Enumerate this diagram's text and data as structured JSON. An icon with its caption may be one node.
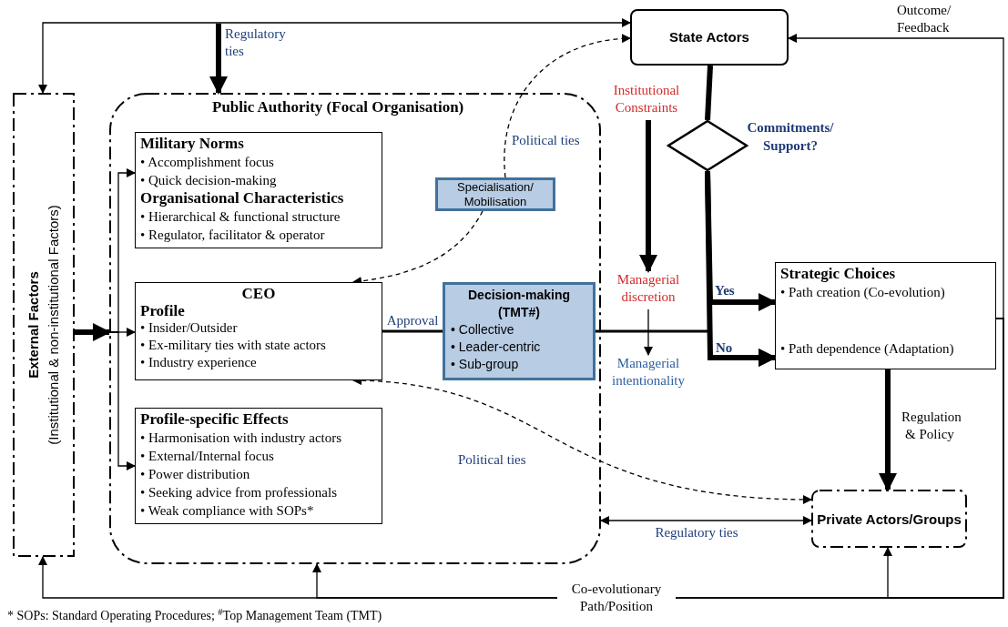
{
  "diagram": {
    "nodes": [
      {
        "text": [
          "External Factors",
          "(Institutional & non-institutional Factors)"
        ]
      },
      {
        "text": [
          "Public Authority (Focal Organisation)"
        ]
      },
      {
        "text": [
          "Military Norms",
          "• Accomplishment focus",
          "• Quick decision-making",
          "Organisational Characteristics",
          "• Hierarchical & functional structure",
          "• Regulator, facilitator & operator"
        ],
        "in": 1
      },
      {
        "text": [
          "CEO",
          "Profile",
          "• Insider/Outsider",
          "• Ex-military ties with state actors",
          "• Industry experience"
        ],
        "in": 1
      },
      {
        "text": [
          "Profile-specific Effects",
          "• Harmonisation with industry actors",
          "• External/Internal focus",
          "• Power distribution",
          "• Seeking advice from professionals",
          "• Weak compliance with SOPs*"
        ],
        "in": 1
      },
      {
        "text": [
          "Specialisation/ Mobilisation"
        ],
        "in": 1
      },
      {
        "text": [
          "Decision-making (TMT#)",
          "• Collective",
          "• Leader-centric",
          "• Sub-group"
        ],
        "in": 1
      },
      {
        "text": [
          "State Actors"
        ]
      },
      {
        "text": [],
        "shape": "diamond",
        "beside": [
          "Commitments/ Support?"
        ]
      },
      {
        "text": [
          "Strategic Choices",
          "• Path creation (Co-evolution)",
          "• Path dependence (Adaptation)"
        ]
      },
      {
        "text": [
          "Private Actors/Groups"
        ]
      },
      {
        "text": [
          "Institutional Constraints"
        ]
      },
      {
        "text": [
          "Managerial discretion"
        ]
      },
      {
        "text": [
          "Managerial intentionality"
        ]
      }
    ],
    "edges": [
      {
        "from": 0,
        "to": 7,
        "arrow": "both"
      },
      {
        "from": null,
        "to": 1,
        "arrow": "to",
        "label": "Regulatory ties",
        "style": "thick"
      },
      {
        "from": 9,
        "to": 7,
        "arrow": "to",
        "label": "Outcome/ Feedback"
      },
      {
        "from": 9,
        "to": 0,
        "arrow": "to"
      },
      {
        "from": 9,
        "to": 1,
        "arrow": "to",
        "label": "Co-evolutionary Path/Position"
      },
      {
        "from": 9,
        "to": 10,
        "arrow": "to"
      },
      {
        "from": 0,
        "to": 1,
        "arrow": "to",
        "style": "thick"
      },
      {
        "from": 1,
        "to": 2,
        "arrow": "to"
      },
      {
        "from": 1,
        "to": 3,
        "arrow": "to"
      },
      {
        "from": 1,
        "to": 4,
        "arrow": "to"
      },
      {
        "from": 5,
        "to": 7,
        "arrow": "to",
        "label": "Political ties",
        "style": "dashed"
      },
      {
        "from": 5,
        "to": 3,
        "arrow": "to",
        "style": "dashed"
      },
      {
        "from": 3,
        "to": 10,
        "arrow": "both",
        "label": "Political ties",
        "style": "dashed"
      },
      {
        "from": 3,
        "to": 6,
        "arrow": "none",
        "label": "Approval",
        "style": "thick"
      },
      {
        "from": 6,
        "to": 9,
        "arrow": "to",
        "style": "thick"
      },
      {
        "from": 7,
        "to": 8,
        "arrow": "none",
        "style": "thick"
      },
      {
        "from": 8,
        "to": 9,
        "arrow": "to",
        "label": "Yes",
        "style": "thick"
      },
      {
        "from": 8,
        "to": 9,
        "arrow": "to",
        "label": "No",
        "style": "thick"
      },
      {
        "from": 9,
        "to": 10,
        "arrow": "to",
        "label": "Regulation & Policy",
        "style": "thick"
      },
      {
        "from": 1,
        "to": 10,
        "arrow": "both",
        "label": "Regulatory ties"
      },
      {
        "from": 11,
        "to": 12,
        "arrow": "to",
        "style": "thick"
      },
      {
        "from": 12,
        "to": 13,
        "arrow": "to"
      }
    ],
    "labels": [
      "* SOPs: Standard Operating Procedures; $^{#}$Top Management Team (TMT)"
    ]
  }
}
